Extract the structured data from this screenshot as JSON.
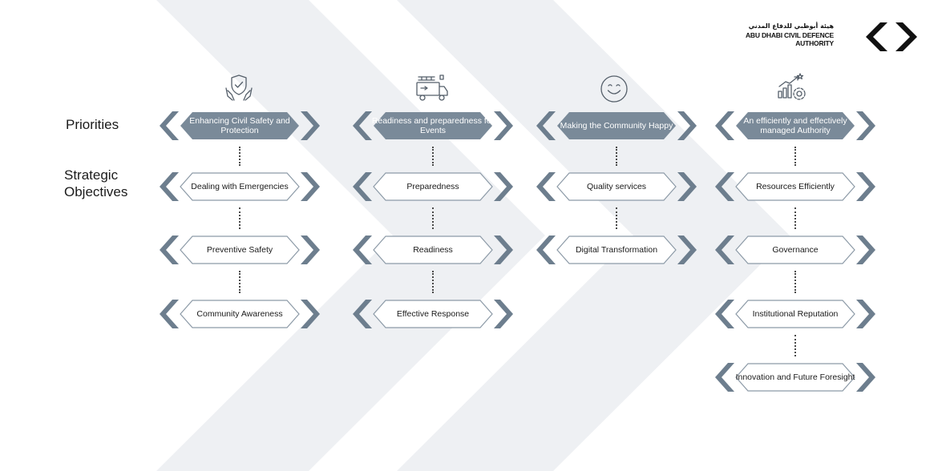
{
  "logo": {
    "arabic": "هيئة أبوظبي للدفاع المدني",
    "line1": "ABU DHABI CIVIL DEFENCE",
    "line2": "AUTHORITY"
  },
  "labels": {
    "priorities": "Priorities",
    "strategic_line1": "Strategic",
    "strategic_line2": "Objectives"
  },
  "colors": {
    "priority_fill": "#7a8a99",
    "chevron": "#6d7e8e",
    "outline": "#8c9aa7",
    "background_stripe": "#eef0f3",
    "icon_stroke": "#555f6a"
  },
  "columns": [
    {
      "icon": "shield-hands-icon",
      "priority": "Enhancing Civil Safety and Protection",
      "objectives": [
        "Dealing with Emergencies",
        "Preventive Safety",
        "Community Awareness"
      ]
    },
    {
      "icon": "fire-truck-icon",
      "priority": "Readiness and preparedness for Events",
      "objectives": [
        "Preparedness",
        "Readiness",
        "Effective Response"
      ]
    },
    {
      "icon": "smiley-face-icon",
      "priority": "Making the Community Happy",
      "objectives": [
        "Quality services",
        "Digital Transformation"
      ]
    },
    {
      "icon": "growth-chart-gear-icon",
      "priority": "An efficiently and effectively managed Authority",
      "objectives": [
        "Resources Efficiently",
        "Governance",
        "Institutional Reputation",
        "Innovation and Future Foresight"
      ]
    }
  ]
}
